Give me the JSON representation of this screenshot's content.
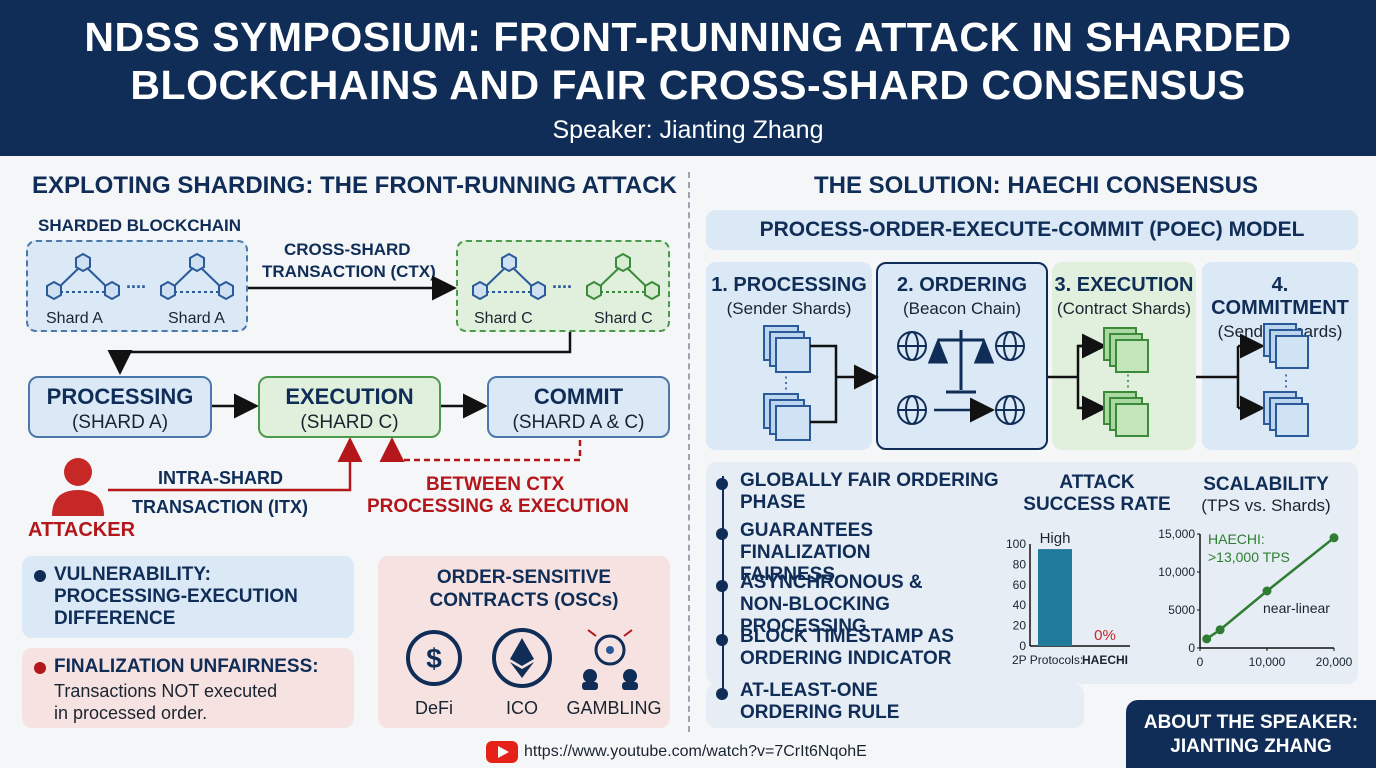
{
  "header": {
    "title_line1": "NDSS SYMPOSIUM: FRONT-RUNNING ATTACK IN SHARDED",
    "title_line2": "BLOCKCHAINS AND FAIR CROSS-SHARD CONSENSUS",
    "speaker": "Speaker: Jianting Zhang"
  },
  "left": {
    "section_title": "EXPLOTING SHARDING: THE FRONT-RUNNING ATTACK",
    "sharded_label": "SHARDED BLOCKCHAIN",
    "shard_a": "Shard A",
    "shard_c": "Shard C",
    "ellipsis": "....",
    "ctx_line1": "CROSS-SHARD",
    "ctx_line2": "TRANSACTION (CTX)",
    "processing_title": "PROCESSING",
    "processing_sub": "(SHARD A)",
    "execution_title": "EXECUTION",
    "execution_sub": "(SHARD C)",
    "commit_title": "COMMIT",
    "commit_sub": "(SHARD A & C)",
    "attacker": "ATTACKER",
    "itx_line1": "INTRA-SHARD",
    "itx_line2": "TRANSACTION (ITX)",
    "between_line1": "BETWEEN CTX",
    "between_line2": "PROCESSING & EXECUTION",
    "vuln_line1": "VULNERABILITY:",
    "vuln_line2": "PROCESSING-EXECUTION",
    "vuln_line3": "DIFFERENCE",
    "unfair_title": "FINALIZATION UNFAIRNESS:",
    "unfair_line1": "Transactions NOT executed",
    "unfair_line2": "in processed order.",
    "osc_line1": "ORDER-SENSITIVE",
    "osc_line2": "CONTRACTS (OSCs)",
    "osc_items": [
      "DeFi",
      "ICO",
      "GAMBLING"
    ]
  },
  "right": {
    "section_title": "THE SOLUTION: HAECHI CONSENSUS",
    "poec_title": "PROCESS-ORDER-EXECUTE-COMMIT (POEC) MODEL",
    "steps": [
      {
        "name": "1. PROCESSING",
        "sub": "(Sender Shards)"
      },
      {
        "name": "2. ORDERING",
        "sub": "(Beacon Chain)"
      },
      {
        "name": "3. EXECUTION",
        "sub": "(Contract Shards)"
      },
      {
        "name": "4. COMMITMENT",
        "sub": "(Sender Shards)"
      }
    ],
    "features": [
      [
        "GLOBALLY FAIR ORDERING",
        "PHASE"
      ],
      [
        "GUARANTEES FINALIZATION",
        "FAIRNESS"
      ],
      [
        "ASYNCHRONOUS &",
        "NON-BLOCKING PROCESSING"
      ],
      [
        "BLOCK TIMESTAMP AS",
        "ORDERING INDICATOR"
      ],
      [
        "AT-LEAST-ONE",
        "ORDERING RULE"
      ]
    ]
  },
  "chart_data": [
    {
      "type": "bar",
      "title_line1": "ATTACK",
      "title_line2": "SUCCESS RATE",
      "categories": [
        "2P Protocols:",
        "HAECHI"
      ],
      "values": [
        95,
        0
      ],
      "data_labels": [
        "High",
        "0%"
      ],
      "yticks": [
        0,
        20,
        40,
        60,
        80,
        100
      ],
      "ylim": [
        0,
        100
      ],
      "colors": [
        "#1f7a9c",
        "#c62828"
      ]
    },
    {
      "type": "line",
      "title": "SCALABILITY",
      "subtitle": "(TPS vs. Shards)",
      "x": [
        1000,
        3000,
        10000,
        20000
      ],
      "y": [
        1200,
        2400,
        7500,
        14500
      ],
      "xticks": [
        0,
        10000,
        20000
      ],
      "xtick_labels": [
        "0",
        "10,000",
        "20,000"
      ],
      "yticks": [
        0,
        5000,
        10000,
        15000
      ],
      "ytick_labels": [
        "0",
        "5000",
        "10,000",
        "15,000"
      ],
      "xlim": [
        0,
        20000
      ],
      "ylim": [
        0,
        15000
      ],
      "annotation_line1": "HAECHI:",
      "annotation_line2": ">13,000 TPS",
      "annotation_trend": "near-linear",
      "color": "#2e7d32"
    }
  ],
  "footer": {
    "url": "https://www.youtube.com/watch?v=7CrIt6NqohE",
    "about_line1": "ABOUT THE SPEAKER:",
    "about_line2": "JIANTING ZHANG"
  },
  "colors": {
    "navy": "#0f2d57",
    "blue_fill": "#dbe8f5",
    "green_fill": "#e0f0dc",
    "red": "#b3161b",
    "pink_fill": "#f6e3e1"
  }
}
